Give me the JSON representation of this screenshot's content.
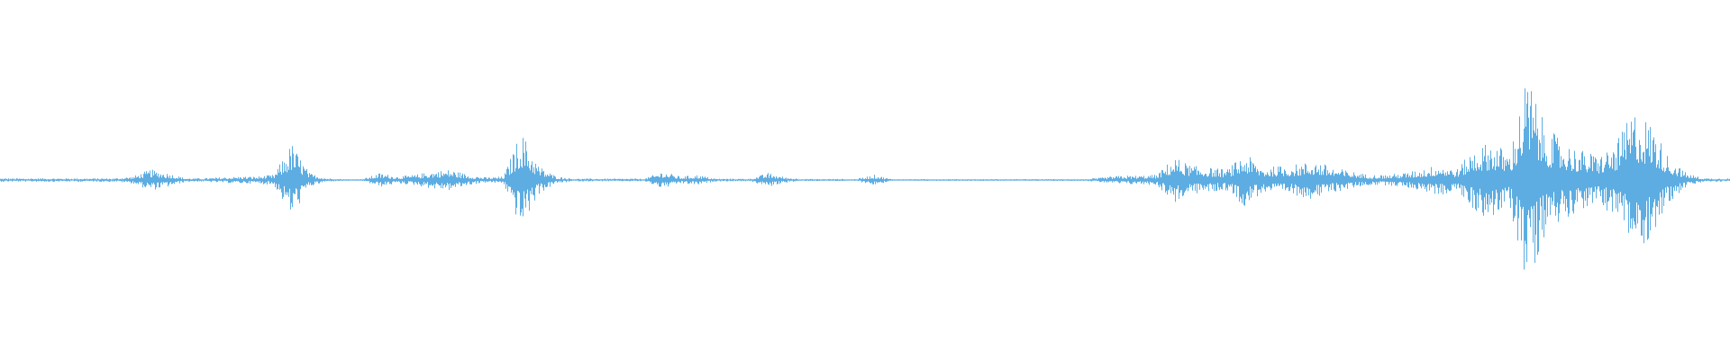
{
  "waveform": {
    "color": "#5dade2",
    "background": "#ffffff",
    "amplitude_envelope": [
      0.01,
      0.01,
      0.01,
      0.01,
      0.01,
      0.01,
      0.01,
      0.02,
      0.06,
      0.04,
      0.01,
      0.01,
      0.015,
      0.02,
      0.02,
      0.03,
      0.21,
      0.04,
      0.01,
      0.005,
      0.005,
      0.04,
      0.02,
      0.03,
      0.05,
      0.06,
      0.03,
      0.015,
      0.02,
      0.28,
      0.08,
      0.02,
      0.008,
      0.008,
      0.008,
      0.008,
      0.008,
      0.05,
      0.02,
      0.03,
      0.008,
      0.008,
      0.008,
      0.04,
      0.015,
      0.006,
      0.006,
      0.006,
      0.006,
      0.03,
      0.005,
      0.005,
      0.005,
      0.005,
      0.005,
      0.005,
      0.005,
      0.005,
      0.005,
      0.005,
      0.005,
      0.005,
      0.015,
      0.025,
      0.025,
      0.03,
      0.13,
      0.08,
      0.07,
      0.06,
      0.15,
      0.07,
      0.08,
      0.09,
      0.11,
      0.07,
      0.05,
      0.03,
      0.03,
      0.04,
      0.06,
      0.09,
      0.06,
      0.18,
      0.22,
      0.15,
      0.6,
      0.3,
      0.22,
      0.17,
      0.14,
      0.2,
      0.4,
      0.33,
      0.13,
      0.04,
      0.01,
      0.01
    ]
  }
}
